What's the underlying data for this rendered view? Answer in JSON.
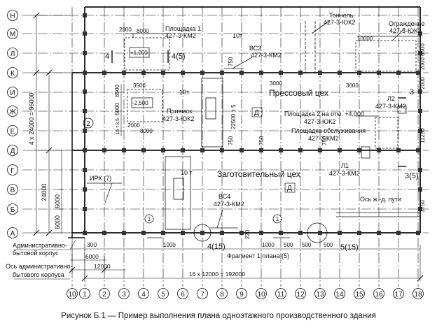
{
  "axes": {
    "rows": [
      "Н",
      "М",
      "Л",
      "К",
      "И",
      "Ж",
      "Е",
      "Д",
      "Г",
      "В",
      "Б",
      "А"
    ],
    "columns": [
      "10",
      "1",
      "2",
      "3",
      "4",
      "5",
      "6",
      "7",
      "8",
      "9",
      "10",
      "11",
      "12",
      "13",
      "14",
      "15",
      "16",
      "17",
      "18"
    ],
    "bubble_2": "2",
    "bubble_1a": "1",
    "bubble_1b": "1"
  },
  "dims_left": {
    "total": "4 x 24000 = 96000",
    "d24000": "24000",
    "d6000a": "6000",
    "d6000b": "6000",
    "d6500": "6500",
    "d5000": "5000",
    "d35": "3,5",
    "d15t": "15 т"
  },
  "dims_bottom": {
    "d300": "300",
    "d6000": "6000",
    "d12000": "12000",
    "total": "16 x 12000 = 192000",
    "d1000a": "1000",
    "d1000b": "1000",
    "d500a": "500",
    "d500b": "500",
    "d500c": "500"
  },
  "labels": {
    "platform1_title": "Площадка 1",
    "platform1_code": "427-3-КМ2",
    "platform1_level": "+1,000",
    "d8000a": "8000",
    "d2000a": "2000",
    "d3500": "3500",
    "d2000b": "2000",
    "d8000b": "8000",
    "pit_level": "-2,500",
    "pit_title": "Приямок",
    "pit_code": "427-3-ЮК2",
    "section4": "4",
    "section45": "4(5)",
    "vs3": "ВС3",
    "vs3_code": "427-3-КМ2",
    "crane1": "10т",
    "crane2": "10т",
    "crane3": "10 т",
    "d750a": "750",
    "d750b": "750",
    "d750c": "750",
    "d750d": "750",
    "d22500": "22500 ± 5",
    "d3000a": "3000",
    "d3000b": "3000",
    "d220": "220",
    "press_shop": "Прессовый цех",
    "procure_shop": "Заготовительный цех",
    "d_mark1": "Д",
    "d_mark2": "Д",
    "tunnel": "Тоннель",
    "tunnel_code": "427-3-ЮК2",
    "fence": "Ограждение",
    "fence_code": "427-3-ЮК2",
    "d10000": "10000",
    "d6000r": "6000",
    "d2000r1": "2000",
    "d2000r2": "2000",
    "l2": "Л2",
    "l2_code": "427-3-КМ2",
    "section3": "3",
    "section35": "3(5)",
    "platform2": "Площадка 2 на отм. +4,000",
    "platform2_code": "427-3-ЮК2",
    "service": "Площадка обслуживания",
    "service_code": "427-3-КМ2",
    "d11250": "11250",
    "l1": "Л1",
    "l1_code": "427-3-КМ2",
    "irk": "ИРК (7)",
    "vs4": "ВС4",
    "vs4_code": "427-3-КМ2",
    "rail_axis": "Ось ж.-д. пути",
    "d3750": "3750",
    "node415": "4(15)",
    "node515": "5(15)",
    "fragment": "Фрагмент 1 плана (5)",
    "admin1": "Административно-",
    "admin2": "бытовой корпус",
    "admin_axis1": "Ось административно-",
    "admin_axis2": "бытового корпуса"
  },
  "caption": "Рисунок Б.1 — Пример выполнения плана одноэтажного производственного здания"
}
